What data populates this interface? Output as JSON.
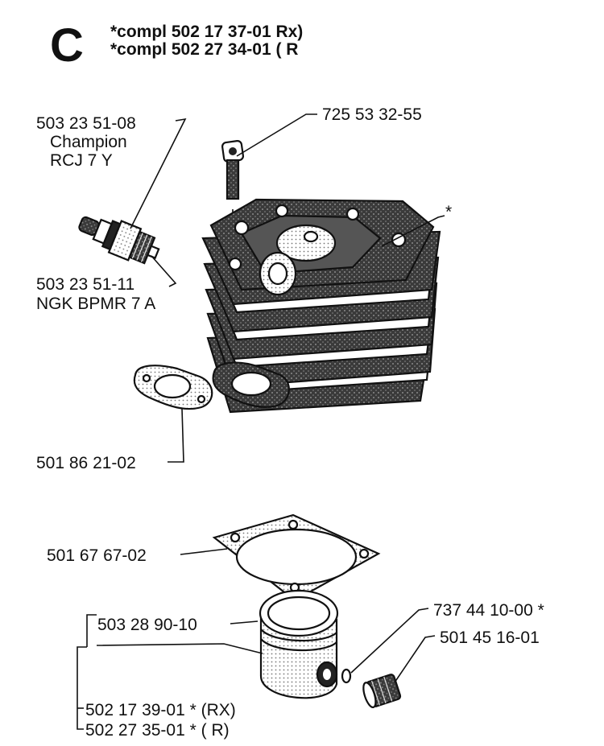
{
  "header": {
    "section_letter": "C",
    "line1": "*compl 502 17 37-01 Rx)",
    "line2": "*compl 502 27 34-01 ( R"
  },
  "labels": {
    "spark_plug_a_number": "503 23 51-08",
    "spark_plug_a_brand": "Champion",
    "spark_plug_a_model": "RCJ 7 Y",
    "screw_number": "725 53 32-55",
    "cylinder_marker": "*",
    "spark_plug_b_number": "503 23 51-11",
    "spark_plug_b_model": "NGK BPMR 7 A",
    "intake_gasket_number": "501 86 21-02",
    "base_gasket_number": "501 67 67-02",
    "piston_ring_number": "503 28 90-10",
    "circlip_number": "737 44 10-00 *",
    "needle_bearing_number": "501 45 16-01",
    "piston_rx_number": "502 17 39-01 * (RX)",
    "piston_r_number": "502 27 35-01 * ( R)"
  },
  "colors": {
    "ink": "#111111",
    "paper": "#ffffff",
    "shade": "#2a2a2a"
  }
}
